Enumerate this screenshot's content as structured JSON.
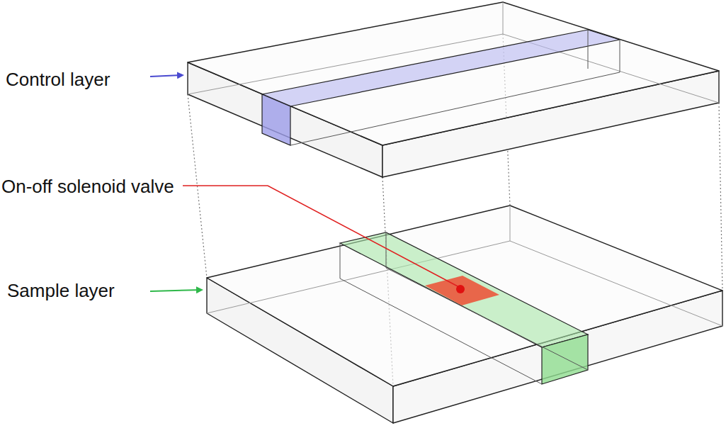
{
  "diagram": {
    "labels": [
      "Control layer",
      "On-off solenoid valve",
      "Sample layer"
    ]
  }
}
